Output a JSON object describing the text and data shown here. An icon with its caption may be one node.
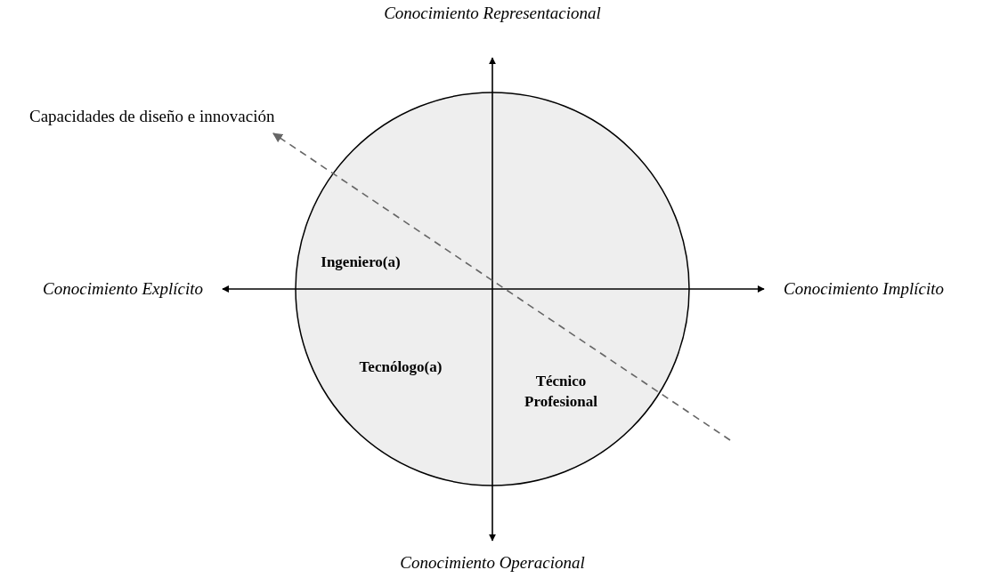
{
  "diagram": {
    "nodes": [
      {
        "text": [
          "Ingeniero(a)",
          "Tecnólogo(a)",
          "Técnico Profesional"
        ]
      }
    ],
    "labels": [
      "Conocimiento Representacional",
      "Capacidades de diseño e innovación",
      "Conocimiento Explícito",
      "Conocimiento Implícito",
      "Conocimiento Operacional"
    ]
  }
}
